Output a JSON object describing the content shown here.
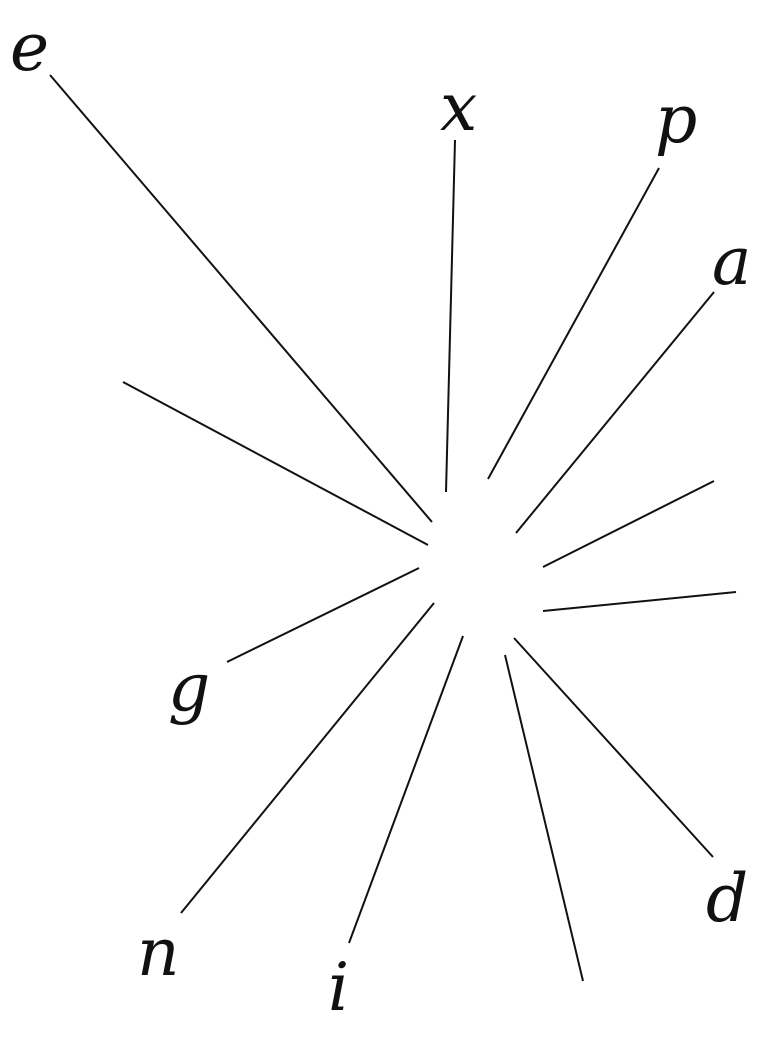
{
  "diagram": {
    "type": "star-of-rays",
    "colors": {
      "stroke": "#111111",
      "background": "#ffffff"
    },
    "rays": [
      {
        "id": "e",
        "label": "e"
      },
      {
        "id": "x",
        "label": "x"
      },
      {
        "id": "p",
        "label": "p"
      },
      {
        "id": "a",
        "label": "a"
      },
      {
        "id": "unlabeled-upper-right",
        "label": ""
      },
      {
        "id": "unlabeled-right",
        "label": ""
      },
      {
        "id": "d",
        "label": "d"
      },
      {
        "id": "unlabeled-bottom",
        "label": ""
      },
      {
        "id": "i",
        "label": "i"
      },
      {
        "id": "n",
        "label": "n"
      },
      {
        "id": "g",
        "label": "g"
      },
      {
        "id": "unlabeled-left",
        "label": ""
      }
    ]
  }
}
